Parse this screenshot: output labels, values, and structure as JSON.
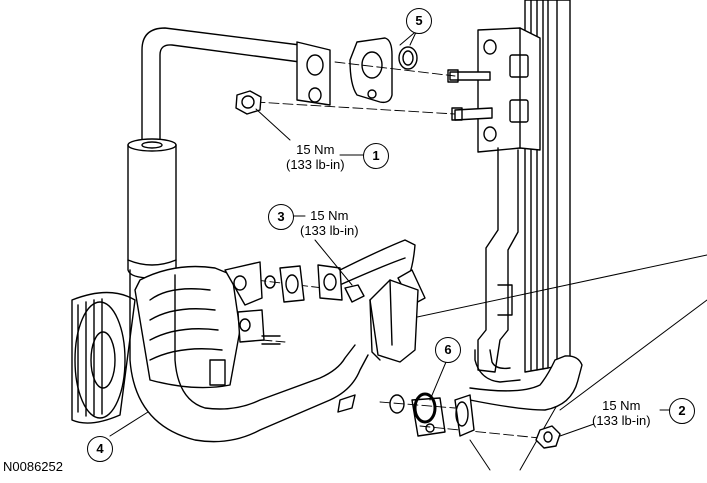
{
  "callouts": [
    "1",
    "2",
    "3",
    "4",
    "5",
    "6"
  ],
  "torque": {
    "c1": {
      "nm": "15 Nm",
      "lbin": "(133 lb-in)"
    },
    "c2": {
      "nm": "15 Nm",
      "lbin": "(133 lb-in)"
    },
    "c3": {
      "nm": "15 Nm",
      "lbin": "(133 lb-in)"
    }
  },
  "figure_id": "N0086252"
}
